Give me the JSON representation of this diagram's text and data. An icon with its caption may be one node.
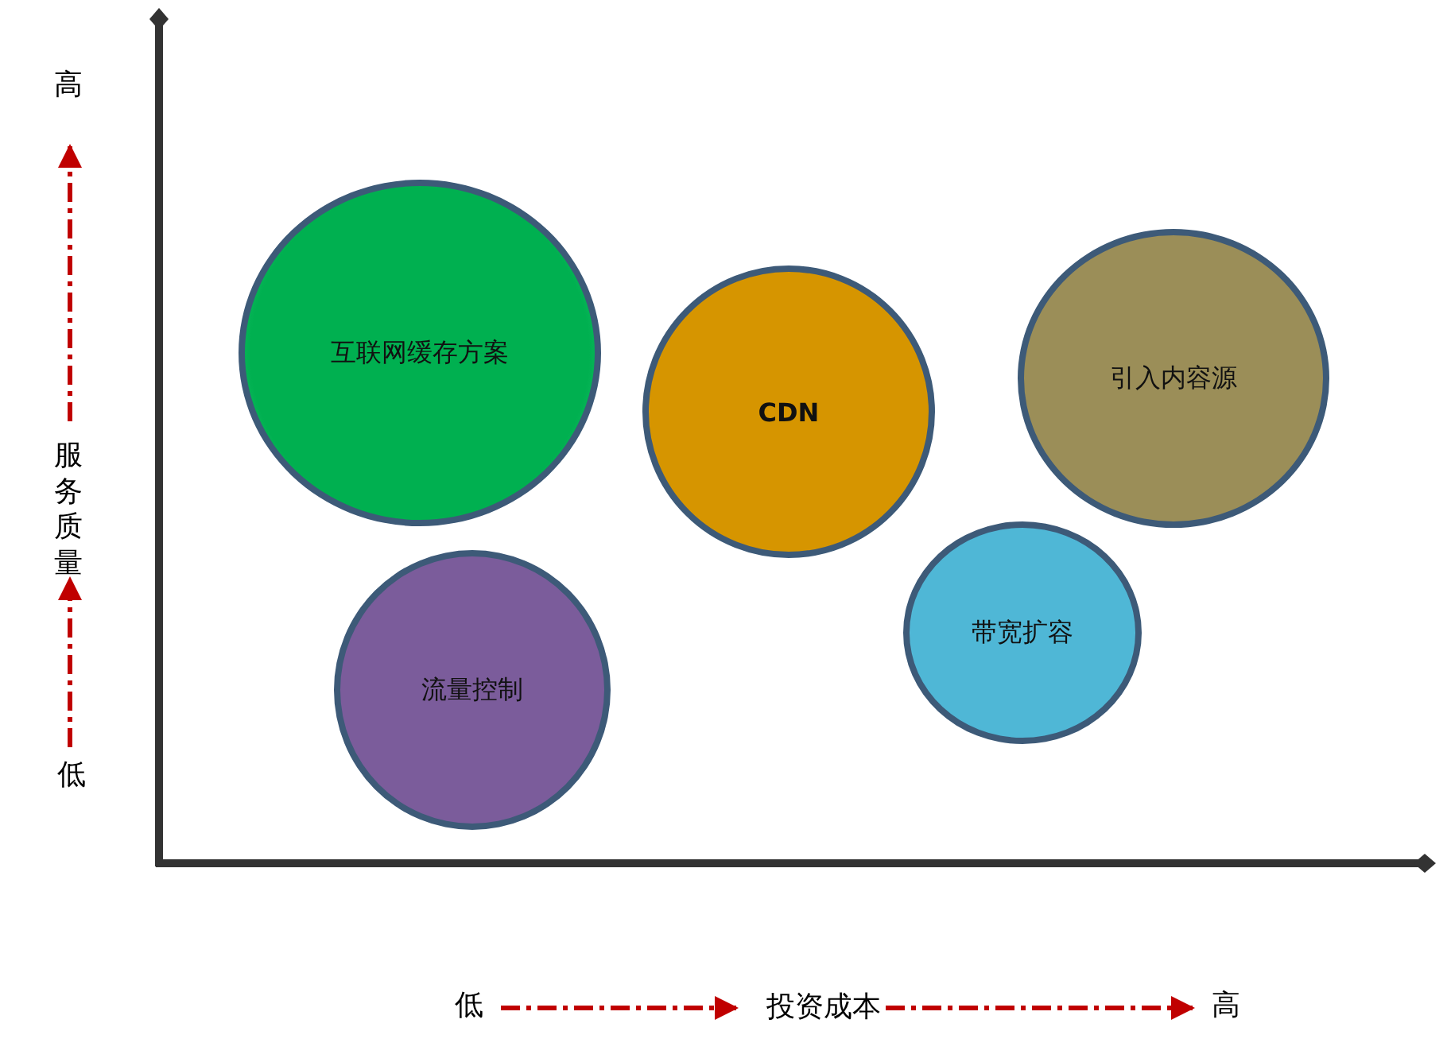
{
  "diagram": {
    "nodes": [
      {
        "text": [
          "互联网缓存方案"
        ]
      },
      {
        "text": [
          "CDN"
        ]
      },
      {
        "text": [
          "引入内容源"
        ]
      },
      {
        "text": [
          "流量控制"
        ]
      },
      {
        "text": [
          "带宽扩容"
        ]
      }
    ],
    "labels": [
      "高",
      "服务质量",
      "低",
      "低",
      "投资成本",
      "高"
    ]
  }
}
